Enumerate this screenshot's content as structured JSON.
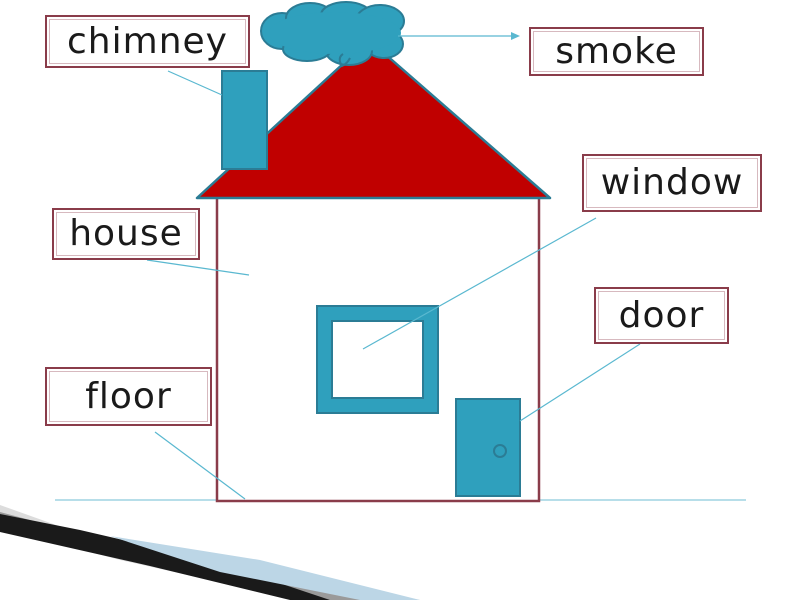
{
  "labels": {
    "chimney": "chimney",
    "smoke": "smoke",
    "window": "window",
    "house": "house",
    "door": "door",
    "floor": "floor"
  },
  "colors": {
    "roof": "#c00000",
    "teal": "#2fa0bd",
    "teal_dark": "#2b7c95",
    "wall_border": "#8a3c4a",
    "leader_line": "#5ab8d0",
    "label_border": "#8a3c4a"
  }
}
